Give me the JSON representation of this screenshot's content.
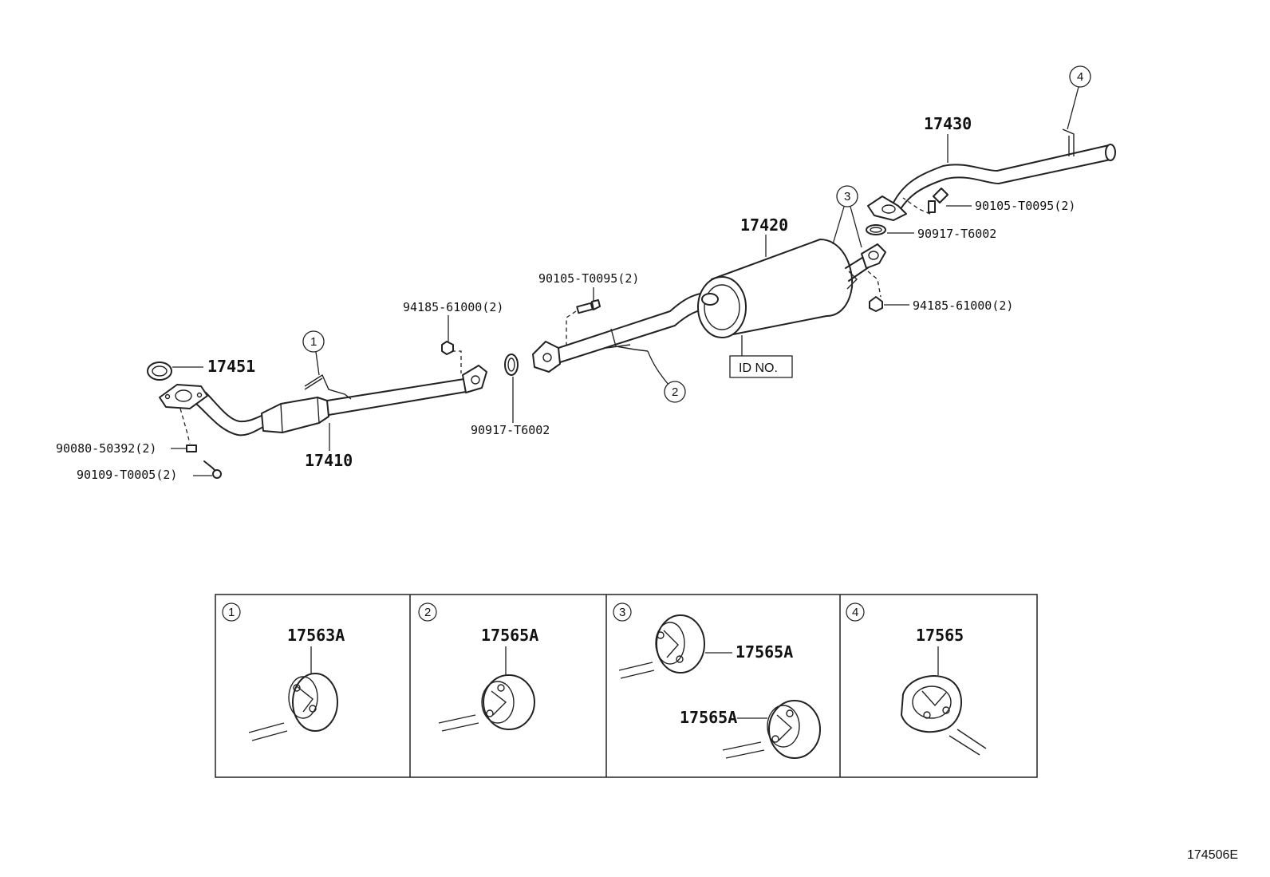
{
  "parts": {
    "front_pipe_gasket": "17451",
    "front_pipe": "17410",
    "center_pipe_muffler": "17420",
    "tail_pipe": "17430",
    "stud_bolt": "90080-50392(2)",
    "front_bolt": "90109-T0005(2)",
    "nut_front": "94185-61000(2)",
    "gasket_center": "90917-T6002",
    "bolt_center": "90105-T0095(2)",
    "bolt_tail": "90105-T0095(2)",
    "gasket_tail": "90917-T6002",
    "nut_rear": "94185-61000(2)",
    "id_no": "ID NO."
  },
  "callouts": {
    "c1": "1",
    "c2": "2",
    "c3": "3",
    "c4": "4"
  },
  "detail_boxes": [
    {
      "number": "1",
      "labels": [
        "17563A"
      ]
    },
    {
      "number": "2",
      "labels": [
        "17565A"
      ]
    },
    {
      "number": "3",
      "labels": [
        "17565A",
        "17565A"
      ]
    },
    {
      "number": "4",
      "labels": [
        "17565"
      ]
    }
  ],
  "figure_ref": "174506E"
}
